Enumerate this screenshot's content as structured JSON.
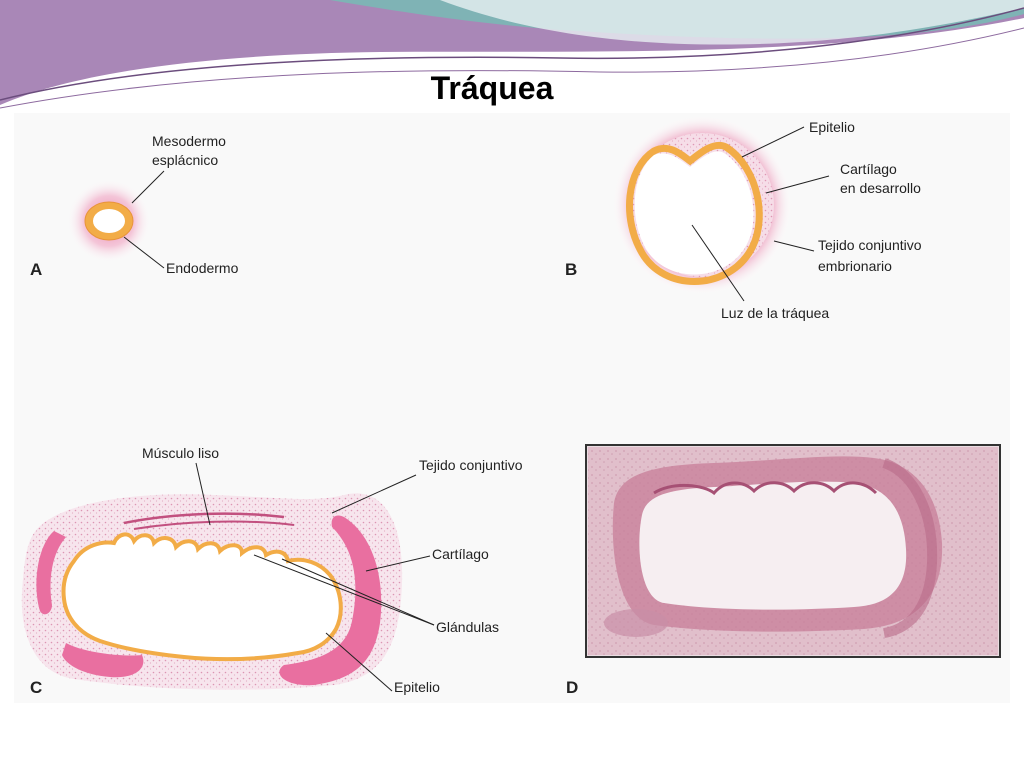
{
  "title": "Tráquea",
  "colors": {
    "header_purple": "#a987b7",
    "header_teal": "#7fb3b5",
    "tissue_pink": "#e96fa0",
    "epithelium_orange": "#f2ac47",
    "histology_pink": "#c97b97"
  },
  "panels": {
    "A": {
      "letter": "A",
      "labels": {
        "mesodermo": "Mesodermo\nesplácnico",
        "endodermo": "Endodermo"
      }
    },
    "B": {
      "letter": "B",
      "labels": {
        "epitelio": "Epitelio",
        "cartilago": "Cartílago\nen desarrollo",
        "tejido": "Tejido conjuntivo\nembrionario",
        "luz": "Luz de la tráquea"
      }
    },
    "C": {
      "letter": "C",
      "labels": {
        "musculo": "Músculo liso",
        "tejido": "Tejido conjuntivo",
        "cartilago": "Cartílago",
        "glandulas": "Glándulas",
        "epitelio": "Epitelio"
      }
    },
    "D": {
      "letter": "D"
    }
  }
}
